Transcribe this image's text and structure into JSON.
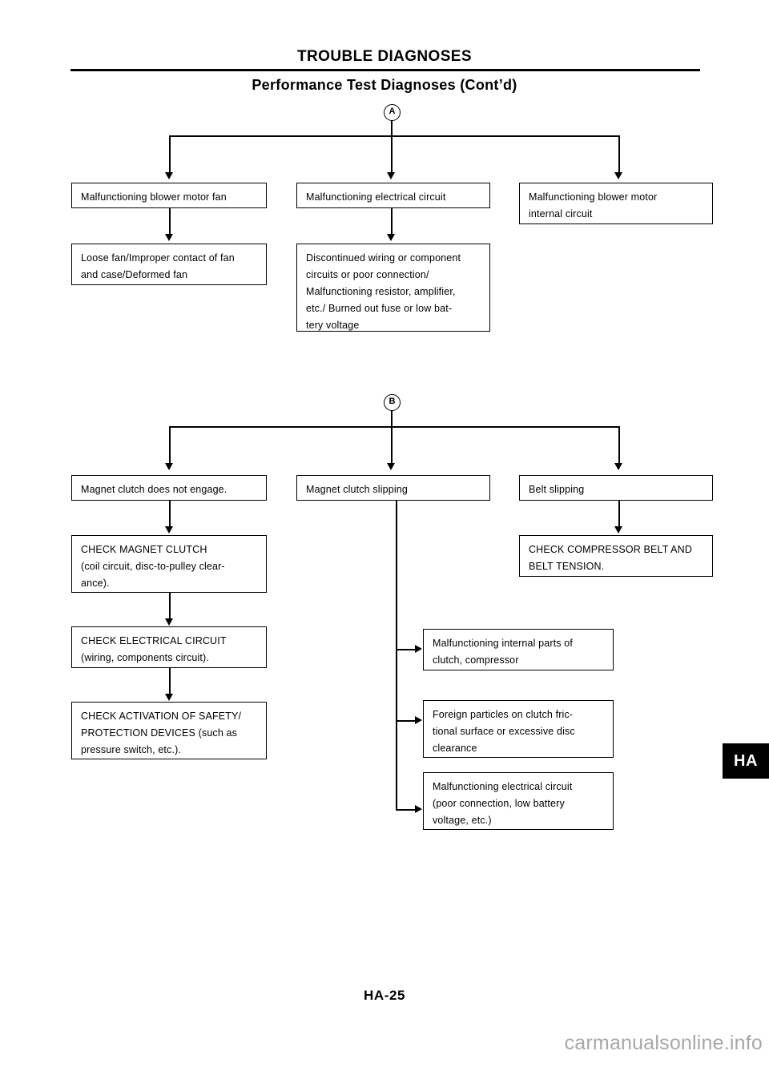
{
  "header": {
    "doc_title": "TROUBLE DIAGNOSES",
    "sub_title": "Performance Test Diagnoses (Cont’d)"
  },
  "markers": {
    "a": "A",
    "b": "B"
  },
  "flow_a": {
    "marker_label": "A",
    "branches": [
      {
        "symptom": "Malfunctioning blower motor fan",
        "cause": "Loose fan/Improper contact of fan\nand case/Deformed fan"
      },
      {
        "symptom": "Malfunctioning electrical circuit",
        "cause": "Discontinued wiring or component\ncircuits or poor connection/\nMalfunctioning resistor, amplifier,\netc./ Burned out fuse or low bat-\ntery voltage"
      },
      {
        "symptom": "Malfunctioning blower motor\ninternal circuit",
        "cause": ""
      }
    ]
  },
  "flow_b": {
    "marker_label": "B",
    "branch_1": {
      "symptom": "Magnet clutch does not engage.",
      "steps": [
        "CHECK MAGNET CLUTCH\n(coil circuit, disc-to-pulley clear-\nance).",
        "CHECK ELECTRICAL CIRCUIT\n(wiring, components circuit).",
        "CHECK ACTIVATION OF SAFETY/\nPROTECTION DEVICES (such as\npressure switch, etc.)."
      ]
    },
    "branch_2": {
      "symptom": "Magnet clutch slipping",
      "causes": [
        "Malfunctioning internal parts of\nclutch, compressor",
        "Foreign particles on clutch fric-\ntional surface or excessive disc\nclearance",
        "Malfunctioning electrical circuit\n(poor connection, low battery\nvoltage, etc.)"
      ]
    },
    "branch_3": {
      "symptom": "Belt slipping",
      "steps": [
        "CHECK COMPRESSOR BELT AND\nBELT TENSION."
      ]
    }
  },
  "section_tab": "HA",
  "footer": {
    "page_number": "HA-25",
    "watermark": "carmanualsonline.info"
  }
}
